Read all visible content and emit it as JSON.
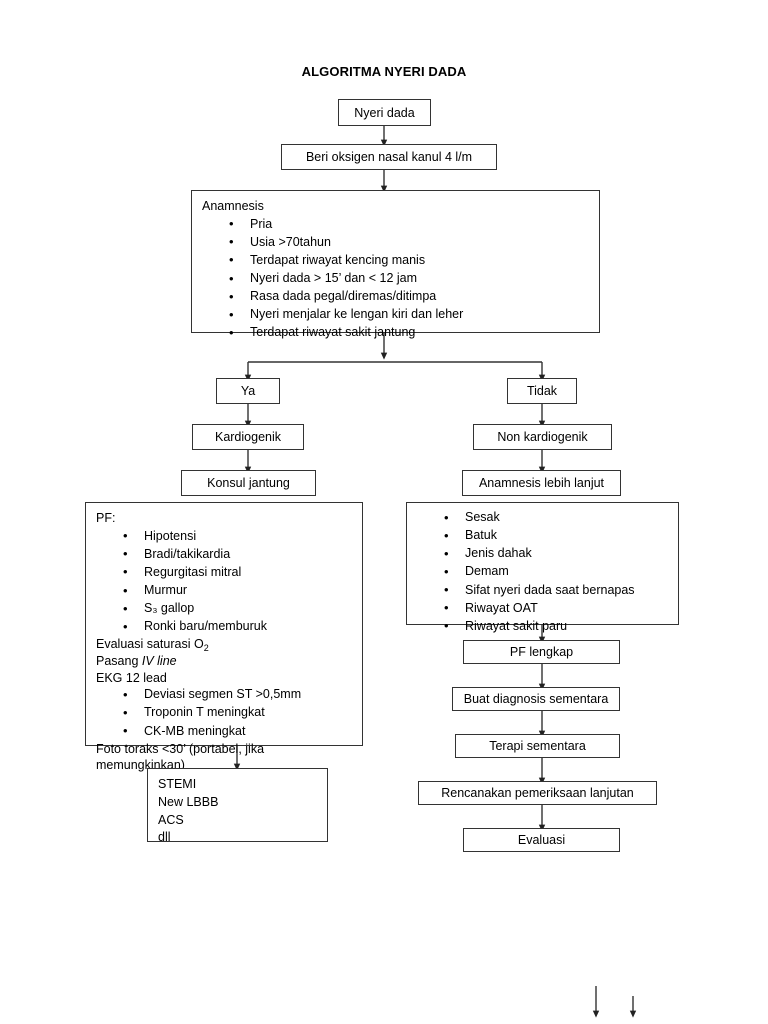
{
  "page": {
    "title": "ALGORITMA NYERI DADA",
    "background_color": "#ffffff",
    "line_color": "#333333",
    "text_color": "#000000"
  },
  "nodes": {
    "start": {
      "label": "Nyeri dada"
    },
    "oxygen": {
      "label": "Beri oksigen nasal kanul 4 l/m"
    },
    "anamnesis": {
      "heading": "Anamnesis",
      "items": [
        "Pria",
        "Usia >70tahun",
        "Terdapat riwayat kencing manis",
        "Nyeri dada > 15’ dan < 12 jam",
        "Rasa dada pegal/diremas/ditimpa",
        "Nyeri menjalar ke lengan kiri dan leher",
        "Terdapat riwayat sakit jantung"
      ]
    },
    "branch_yes": {
      "label": "Ya"
    },
    "branch_no": {
      "label": "Tidak"
    },
    "kardiogenik": {
      "label": "Kardiogenik"
    },
    "non_kardiogenik": {
      "label": "Non kardiogenik"
    },
    "konsul_jantung": {
      "label": "Konsul jantung"
    },
    "anamnesis_lanjut": {
      "label": "Anamnesis lebih lanjut"
    },
    "pf_detail": {
      "heading": "PF:",
      "pf_items": [
        "Hipotensi",
        "Bradi/takikardia",
        "Regurgitasi mitral",
        "Murmur",
        "S₃ gallop",
        "Ronki baru/memburuk"
      ],
      "line_saturasi_before": "Evaluasi saturasi O",
      "line_saturasi_sub": "2",
      "line_pasang_before": "Pasang ",
      "line_pasang_italic": "IV line",
      "line_ekg": "EKG 12 lead",
      "ekg_items": [
        "Deviasi segmen ST >0,5mm",
        "Troponin T meningkat",
        "CK-MB meningkat"
      ],
      "line_foto": "Foto toraks <30’ (portabel, jika memungkinkan)"
    },
    "stemi_box": {
      "lines": [
        "STEMI",
        "New LBBB",
        "ACS",
        "dll"
      ]
    },
    "respiratory_symptoms": {
      "items": [
        "Sesak",
        "Batuk",
        "Jenis dahak",
        "Demam",
        "Sifat nyeri dada saat bernapas",
        "Riwayat OAT",
        "Riwayat sakit paru"
      ]
    },
    "pf_lengkap": {
      "label": "PF lengkap"
    },
    "buat_diagnosis": {
      "label": "Buat diagnosis sementara"
    },
    "terapi_sementara": {
      "label": "Terapi sementara"
    },
    "rencanakan": {
      "label": "Rencanakan pemeriksaan lanjutan"
    },
    "evaluasi": {
      "label": "Evaluasi"
    }
  }
}
